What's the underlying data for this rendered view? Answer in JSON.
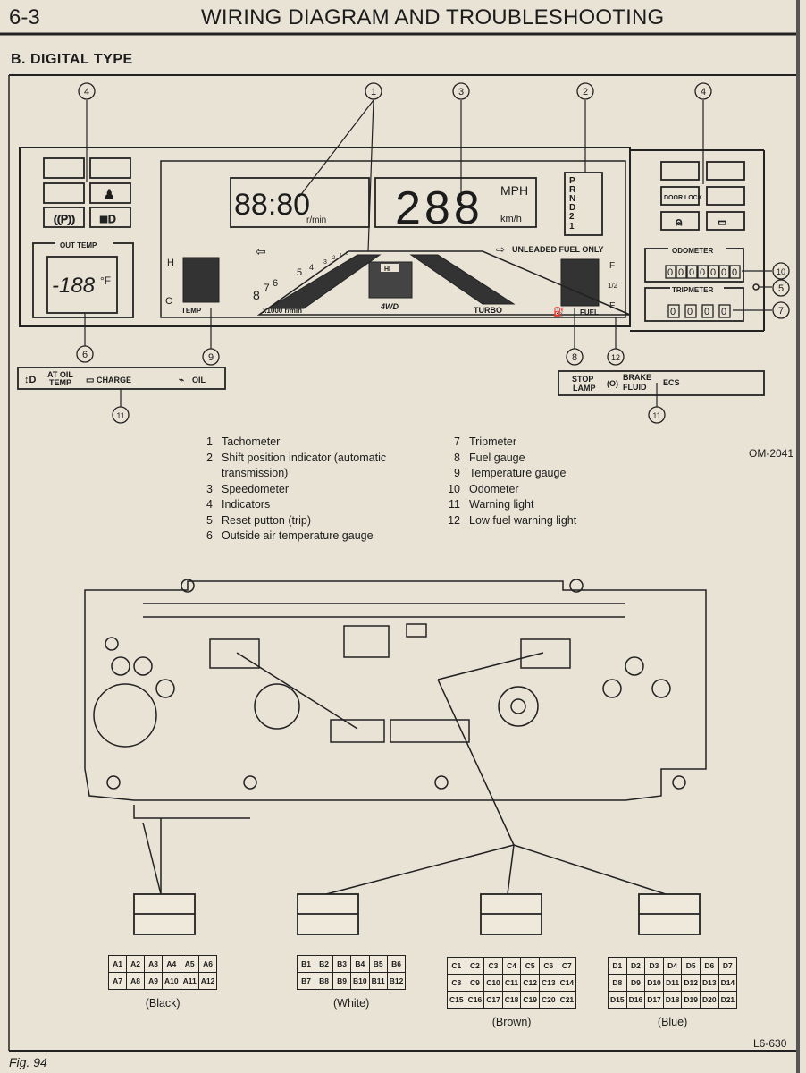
{
  "header": {
    "section_number": "6-3",
    "title": "WIRING DIAGRAM AND TROUBLESHOOTING"
  },
  "section_title": "B. DIGITAL TYPE",
  "panel": {
    "tach_digits": "88:80",
    "tach_unit": "r/min",
    "speed_digits": "288",
    "speed_unit_mph": "MPH",
    "speed_unit_kmh": "km/h",
    "shift_positions": [
      "P",
      "R",
      "N",
      "D",
      "2",
      "1"
    ],
    "unleaded": "UNLEADED FUEL ONLY",
    "tach_scale": [
      "8",
      "7",
      "6",
      "5",
      "4",
      "3",
      "2",
      "1",
      "0"
    ],
    "tach_scale_unit": "x1000 r/min",
    "turbo": "TURBO",
    "hi": "HI",
    "four_wd": "4WD",
    "temp_h": "H",
    "temp_c": "C",
    "temp_label": "TEMP",
    "fuel_f": "F",
    "fuel_half": "1/2",
    "fuel_e": "E",
    "fuel_label": "FUEL",
    "out_temp_label": "OUT TEMP",
    "out_temp_value": "-188",
    "out_temp_unit": "°F",
    "door_lock": "DOOR LOCK",
    "odometer_label": "ODOMETER",
    "odometer_value": [
      "0",
      "0",
      "0",
      "0",
      "0",
      "0",
      "0"
    ],
    "tripmeter_label": "TRIPMETER",
    "tripmeter_value": [
      "0",
      "0",
      "0",
      "0"
    ],
    "warn_left": {
      "at_oil": "AT OIL",
      "temp": "TEMP",
      "charge": "CHARGE",
      "oil": "OIL"
    },
    "warn_right": {
      "stop": "STOP",
      "lamp": "LAMP",
      "brake": "BRAKE",
      "fluid": "FLUID",
      "ecs": "ECS"
    }
  },
  "callouts": {
    "c1": "1",
    "c2": "2",
    "c3": "3",
    "c4a": "4",
    "c4b": "4",
    "c5": "5",
    "c6": "6",
    "c7": "7",
    "c8": "8",
    "c9": "9",
    "c10": "10",
    "c11a": "11",
    "c11b": "11",
    "c12": "12"
  },
  "legend_left": [
    {
      "n": "1",
      "label": "Tachometer"
    },
    {
      "n": "2",
      "label": "Shift position indicator (automatic"
    },
    {
      "n": "",
      "label": "transmission)"
    },
    {
      "n": "3",
      "label": "Speedometer"
    },
    {
      "n": "4",
      "label": "Indicators"
    },
    {
      "n": "5",
      "label": "Reset putton (trip)"
    },
    {
      "n": "6",
      "label": "Outside air temperature gauge"
    }
  ],
  "legend_right": [
    {
      "n": "7",
      "label": "Tripmeter"
    },
    {
      "n": "8",
      "label": "Fuel gauge"
    },
    {
      "n": "9",
      "label": "Temperature gauge"
    },
    {
      "n": "10",
      "label": "Odometer"
    },
    {
      "n": "11",
      "label": "Warning light"
    },
    {
      "n": "12",
      "label": "Low fuel warning light"
    }
  ],
  "connectors": [
    {
      "color": "(Black)",
      "rows": [
        [
          "A1",
          "A2",
          "A3",
          "A4",
          "A5",
          "A6"
        ],
        [
          "A7",
          "A8",
          "A9",
          "A10",
          "A11",
          "A12"
        ]
      ]
    },
    {
      "color": "(White)",
      "rows": [
        [
          "B1",
          "B2",
          "B3",
          "B4",
          "B5",
          "B6"
        ],
        [
          "B7",
          "B8",
          "B9",
          "B10",
          "B11",
          "B12"
        ]
      ]
    },
    {
      "color": "(Brown)",
      "rows": [
        [
          "C1",
          "C2",
          "C3",
          "C4",
          "C5",
          "C6",
          "C7"
        ],
        [
          "C8",
          "C9",
          "C10",
          "C11",
          "C12",
          "C13",
          "C14"
        ],
        [
          "C15",
          "C16",
          "C17",
          "C18",
          "C19",
          "C20",
          "C21"
        ]
      ]
    },
    {
      "color": "(Blue)",
      "rows": [
        [
          "D1",
          "D2",
          "D3",
          "D4",
          "D5",
          "D6",
          "D7"
        ],
        [
          "D8",
          "D9",
          "D10",
          "D11",
          "D12",
          "D13",
          "D14"
        ],
        [
          "D15",
          "D16",
          "D17",
          "D18",
          "D19",
          "D20",
          "D21"
        ]
      ]
    }
  ],
  "figure_code": "OM-2041",
  "drawing_code": "L6-630",
  "figure_label": "Fig. 94"
}
